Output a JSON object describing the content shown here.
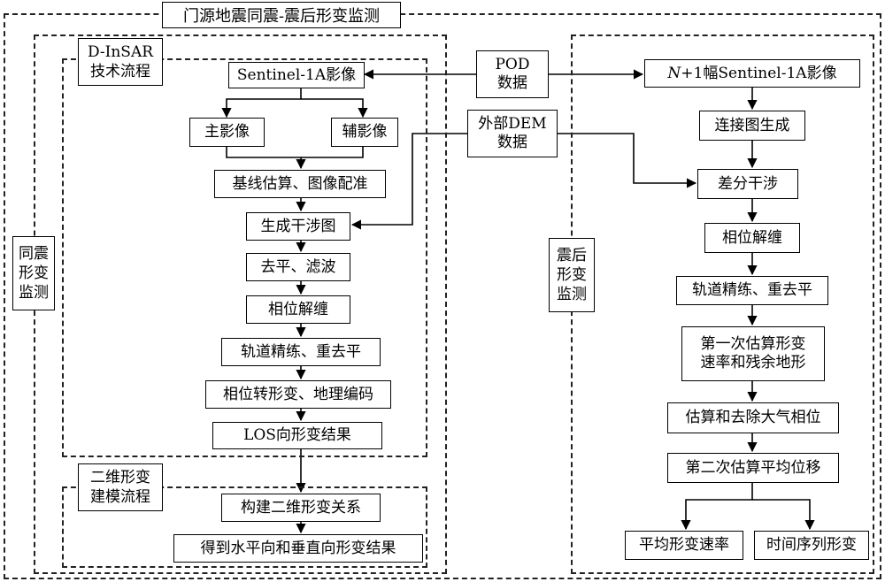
{
  "title": "门源地震同震-震后形变监测",
  "coseismic": {
    "group_label": "同震\n形变\n监测",
    "dinsar_label": "D-InSAR\n技术流程",
    "steps": {
      "sentinel": "Sentinel-1A影像",
      "master": "主影像",
      "slave": "辅影像",
      "baseline": "基线估算、图像配准",
      "interferogram": "生成干涉图",
      "flatten": "去平、滤波",
      "unwrap": "相位解缠",
      "orbit": "轨道精练、重去平",
      "geocode": "相位转形变、地理编码",
      "los": "LOS向形变结果"
    },
    "model_label": "二维形变\n建模流程",
    "model_steps": {
      "build": "构建二维形变关系",
      "result": "得到水平向和垂直向形变结果"
    }
  },
  "inputs": {
    "pod": "POD\n数据",
    "dem": "外部DEM\n数据"
  },
  "postseismic": {
    "group_label": "震后\n形变\n监测",
    "steps": {
      "sentinel_n": "N+1幅Sentinel-1A影像",
      "graph": "连接图生成",
      "diff": "差分干涉",
      "unwrap": "相位解缠",
      "orbit": "轨道精练、重去平",
      "first": "第一次估算形变\n速率和残余地形",
      "atmo": "估算和去除大气相位",
      "second": "第二次估算平均位移",
      "rate": "平均形变速率",
      "series": "时间序列形变"
    }
  }
}
